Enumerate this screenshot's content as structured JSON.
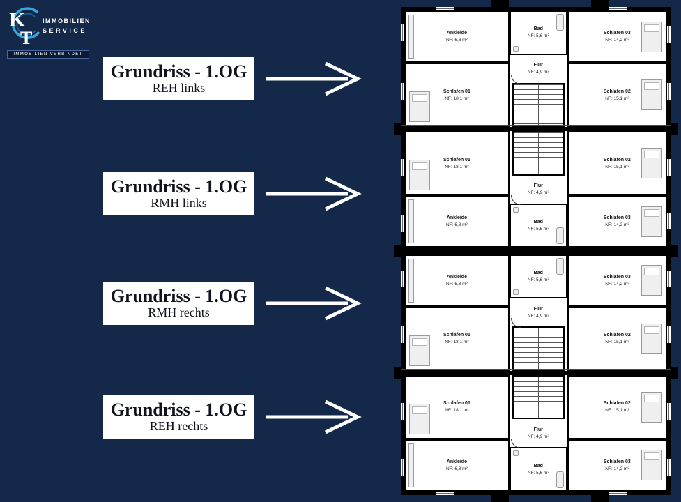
{
  "page": {
    "background": "#142949"
  },
  "logo": {
    "letter_k": "K",
    "letter_t": "T",
    "line1": "IMMOBILIEN",
    "line2": "SERVICE",
    "tagline": "IMMOBILIEN VERBINDET"
  },
  "labels": [
    {
      "title": "Grundriss - 1.OG",
      "subtitle": "REH links"
    },
    {
      "title": "Grundriss - 1.OG",
      "subtitle": "RMH links"
    },
    {
      "title": "Grundriss - 1.OG",
      "subtitle": "RMH rechts"
    },
    {
      "title": "Grundriss - 1.OG",
      "subtitle": "REH rechts"
    }
  ],
  "floorplan": {
    "rooms": {
      "ankleide": {
        "name": "Ankleide",
        "area": "NF: 6,8 m²"
      },
      "bad": {
        "name": "Bad",
        "area": "NF: 5,6 m²"
      },
      "flur": {
        "name": "Flur",
        "area": "NF: 4,9 m²"
      },
      "schlafen01": {
        "name": "Schlafen 01",
        "area": "NF: 18,1 m²"
      },
      "schlafen02": {
        "name": "Schlafen 02",
        "area": "NF: 15,1 m²"
      },
      "schlafen03": {
        "name": "Schlafen 03",
        "area": "NF: 14,2 m²"
      }
    }
  },
  "colors": {
    "background": "#142949",
    "wall": "#000000",
    "separator_red": "#d01010",
    "logo_blue": "#35a8dc",
    "label_box": "#ffffff"
  }
}
